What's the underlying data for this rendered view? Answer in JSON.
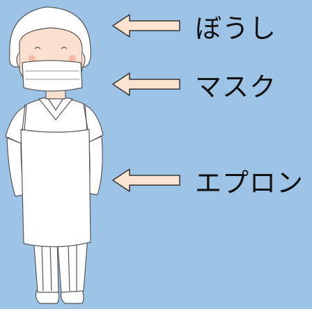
{
  "labels": {
    "cap": "ぼうし",
    "mask": "マスク",
    "apron": "エプロン"
  },
  "colors": {
    "background": "#9dc3e6",
    "arrow_fill": "#fbe3d0",
    "arrow_stroke": "#333333",
    "uniform": "#ffffff",
    "skin": "#fce0cf"
  },
  "icons": [
    "arrow-left-icon",
    "food-worker-figure"
  ]
}
